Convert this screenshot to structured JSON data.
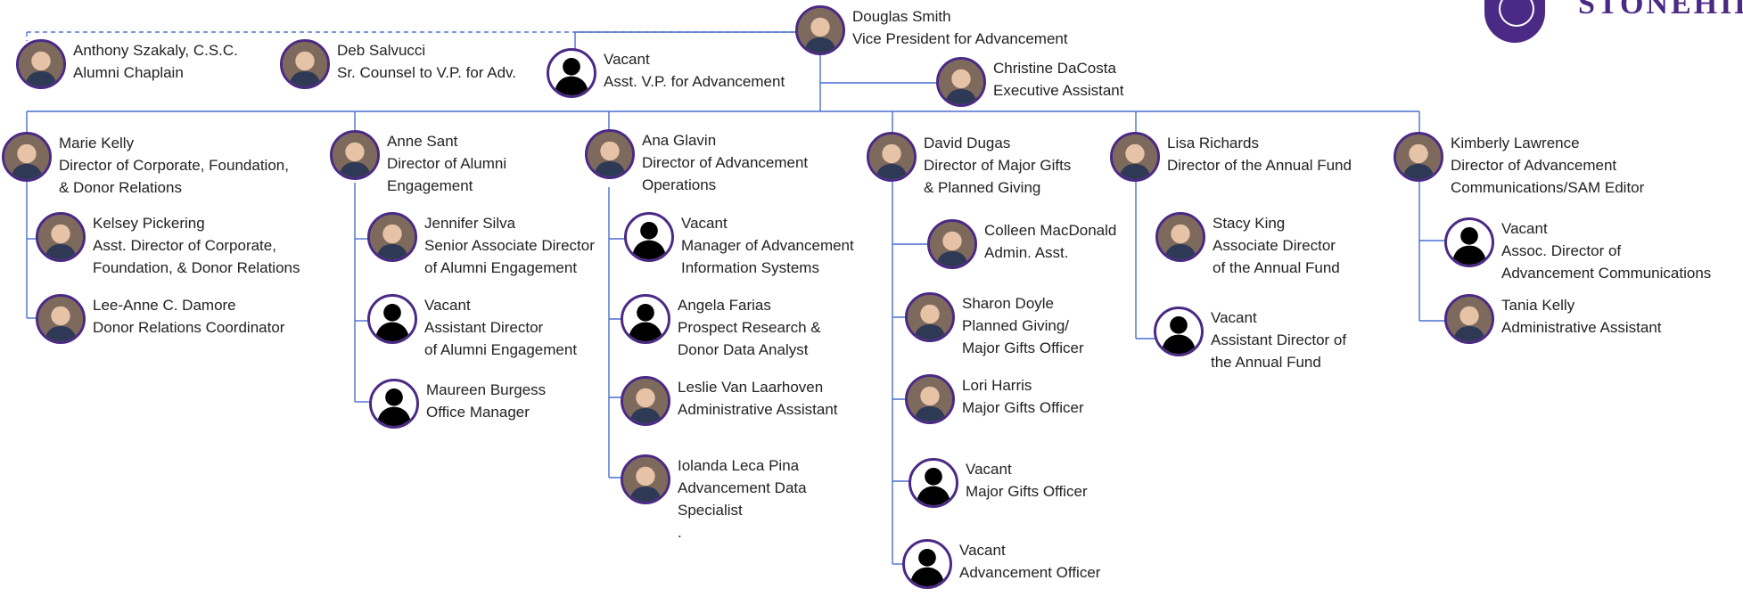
{
  "logo": {
    "text": "STONEHILL COLLE"
  },
  "people": [
    {
      "id": "douglas-smith",
      "lines": [
        "Douglas Smith",
        "Vice President for Advancement"
      ],
      "avatar": "photo"
    },
    {
      "id": "anthony-szakaly",
      "lines": [
        "Anthony Szakaly, C.S.C.",
        "Alumni Chaplain"
      ],
      "avatar": "photo"
    },
    {
      "id": "deb-salvucci",
      "lines": [
        "Deb Salvucci",
        "Sr. Counsel to V.P. for Adv."
      ],
      "avatar": "photo"
    },
    {
      "id": "vacant-avp",
      "lines": [
        "Vacant",
        "Asst. V.P. for Advancement"
      ],
      "avatar": "vacant"
    },
    {
      "id": "christine-dacosta",
      "lines": [
        "Christine DaCosta",
        "Executive Assistant"
      ],
      "avatar": "photo"
    },
    {
      "id": "marie-kelly",
      "lines": [
        "Marie Kelly",
        "Director of Corporate, Foundation,",
        "& Donor Relations"
      ],
      "avatar": "photo"
    },
    {
      "id": "kelsey-pickering",
      "lines": [
        "Kelsey Pickering",
        "Asst. Director of Corporate,",
        "Foundation, & Donor Relations"
      ],
      "avatar": "photo"
    },
    {
      "id": "lee-anne-damore",
      "lines": [
        "Lee-Anne C. Damore",
        "Donor Relations Coordinator"
      ],
      "avatar": "photo"
    },
    {
      "id": "anne-sant",
      "lines": [
        "Anne Sant",
        "Director of Alumni",
        "Engagement"
      ],
      "avatar": "photo"
    },
    {
      "id": "jennifer-silva",
      "lines": [
        "Jennifer Silva",
        "Senior Associate Director",
        "of Alumni Engagement"
      ],
      "avatar": "photo"
    },
    {
      "id": "vacant-asst-alumni",
      "lines": [
        "Vacant",
        "Assistant Director",
        "of Alumni Engagement"
      ],
      "avatar": "vacant"
    },
    {
      "id": "maureen-burgess",
      "lines": [
        "Maureen Burgess",
        "Office Manager"
      ],
      "avatar": "vacant"
    },
    {
      "id": "ana-glavin",
      "lines": [
        "Ana Glavin",
        "Director of Advancement",
        "Operations"
      ],
      "avatar": "photo"
    },
    {
      "id": "vacant-ais",
      "lines": [
        "Vacant",
        "Manager of Advancement",
        "Information Systems"
      ],
      "avatar": "vacant"
    },
    {
      "id": "angela-farias",
      "lines": [
        "Angela Farias",
        "Prospect Research &",
        "Donor Data Analyst"
      ],
      "avatar": "vacant"
    },
    {
      "id": "leslie-van-laarhoven",
      "lines": [
        "Leslie Van Laarhoven",
        "Administrative Assistant"
      ],
      "avatar": "photo"
    },
    {
      "id": "iolanda-leca-pina",
      "lines": [
        "Iolanda Leca Pina",
        "Advancement Data",
        "Specialist",
        "."
      ],
      "avatar": "photo"
    },
    {
      "id": "david-dugas",
      "lines": [
        "David Dugas",
        "Director of Major Gifts",
        "& Planned Giving"
      ],
      "avatar": "photo"
    },
    {
      "id": "colleen-macdonald",
      "lines": [
        "Colleen MacDonald",
        "Admin. Asst."
      ],
      "avatar": "photo"
    },
    {
      "id": "sharon-doyle",
      "lines": [
        "Sharon Doyle",
        "Planned Giving/",
        "Major Gifts Officer"
      ],
      "avatar": "photo"
    },
    {
      "id": "lori-harris",
      "lines": [
        "Lori Harris",
        "Major Gifts Officer"
      ],
      "avatar": "photo"
    },
    {
      "id": "vacant-mgo",
      "lines": [
        "Vacant",
        "Major Gifts Officer"
      ],
      "avatar": "vacant"
    },
    {
      "id": "vacant-ao",
      "lines": [
        "Vacant",
        "Advancement Officer"
      ],
      "avatar": "vacant"
    },
    {
      "id": "lisa-richards",
      "lines": [
        "Lisa Richards",
        "Director of the Annual Fund"
      ],
      "avatar": "photo"
    },
    {
      "id": "stacy-king",
      "lines": [
        "Stacy King",
        "Associate Director",
        "of the Annual Fund"
      ],
      "avatar": "photo"
    },
    {
      "id": "vacant-asst-af",
      "lines": [
        "Vacant",
        "Assistant Director of",
        "the Annual Fund"
      ],
      "avatar": "vacant"
    },
    {
      "id": "kimberly-lawrence",
      "lines": [
        "Kimberly Lawrence",
        "Director of Advancement",
        "Communications/SAM Editor"
      ],
      "avatar": "photo"
    },
    {
      "id": "vacant-assoc-comm",
      "lines": [
        "Vacant",
        "Assoc. Director of",
        "Advancement Communications"
      ],
      "avatar": "vacant"
    },
    {
      "id": "tania-kelly",
      "lines": [
        "Tania Kelly",
        "Administrative Assistant"
      ],
      "avatar": "photo"
    }
  ]
}
